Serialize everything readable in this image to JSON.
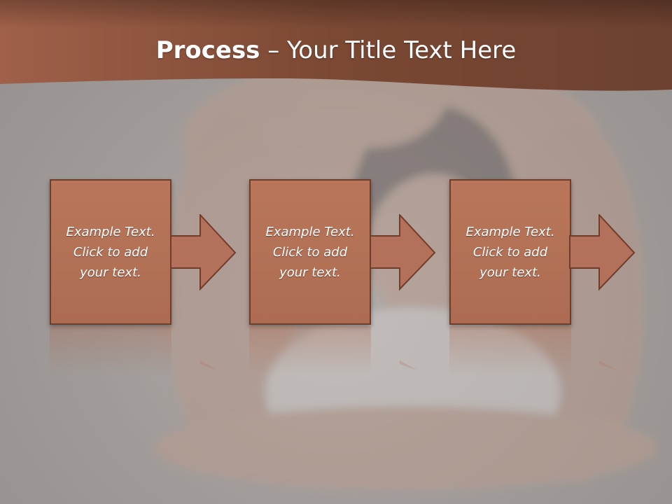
{
  "header": {
    "title_bold": "Process",
    "title_rest": " – Your Title Text Here"
  },
  "steps": [
    {
      "line1": "Example Text.",
      "line2": "Click  to add",
      "line3": "your text."
    },
    {
      "line1": "Example Text.",
      "line2": "Click  to add",
      "line3": "your text."
    },
    {
      "line1": "Example Text.",
      "line2": "Click  to add",
      "line3": "your text."
    }
  ],
  "colors": {
    "banner": "#8e5a43",
    "box": "#b3705a",
    "box_border": "#6f3d2a",
    "arrow": "#b3705a"
  }
}
